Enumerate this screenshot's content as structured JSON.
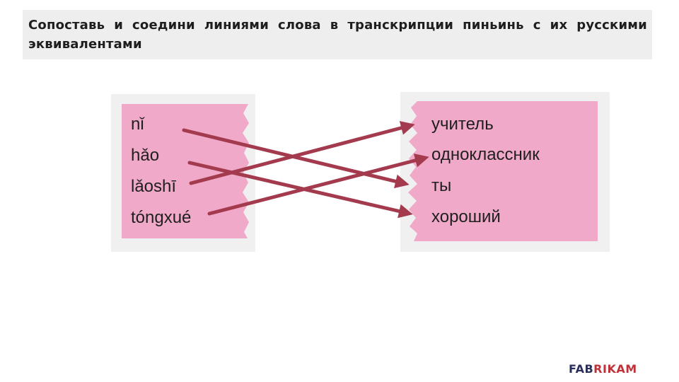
{
  "task": {
    "text": "Сопоставь и соедини линиями слова в транскрипции пиньинь с их русскими эквивалентами"
  },
  "pinyin_words": [
    "nǐ",
    "hǎo",
    "lǎoshī",
    "tóngxué"
  ],
  "russian_words": [
    "учитель",
    "одноклассник",
    "ты",
    "хороший"
  ],
  "matches": [
    {
      "from": "nǐ",
      "to": "ты"
    },
    {
      "from": "hǎo",
      "to": "хороший"
    },
    {
      "from": "lǎoshī",
      "to": "учитель"
    },
    {
      "from": "tóngxué",
      "to": "одноклассник"
    }
  ],
  "brand": {
    "part1": "FAB",
    "part2": "RIKAM"
  },
  "colors": {
    "pink": "#f0a9c8",
    "arrow": "#a33a4e",
    "arrow_edge": "#7a2535",
    "brand_dark": "#2b2f5c",
    "brand_red": "#c0323a"
  }
}
